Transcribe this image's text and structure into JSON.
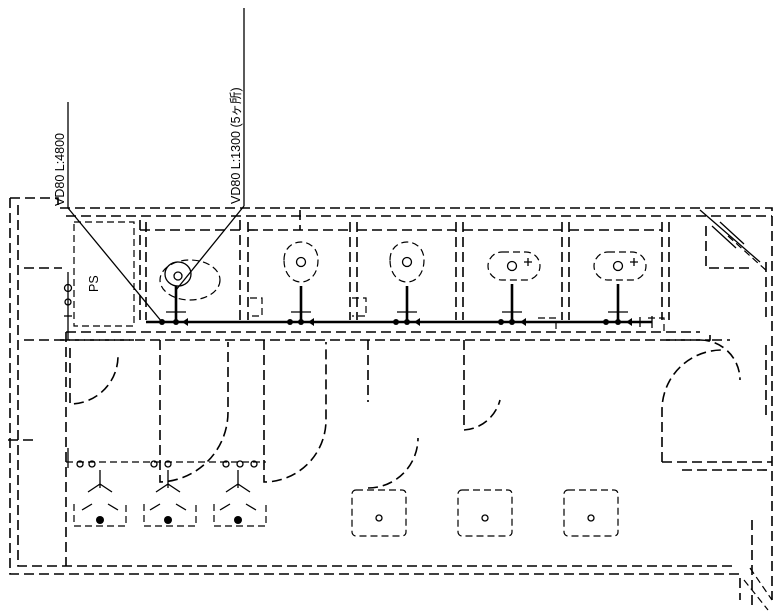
{
  "labels": {
    "duct_long": "VD80  L:4800",
    "duct_short": "VD80  L:1300  (5ヶ所)",
    "pipe_shaft": "PS"
  }
}
